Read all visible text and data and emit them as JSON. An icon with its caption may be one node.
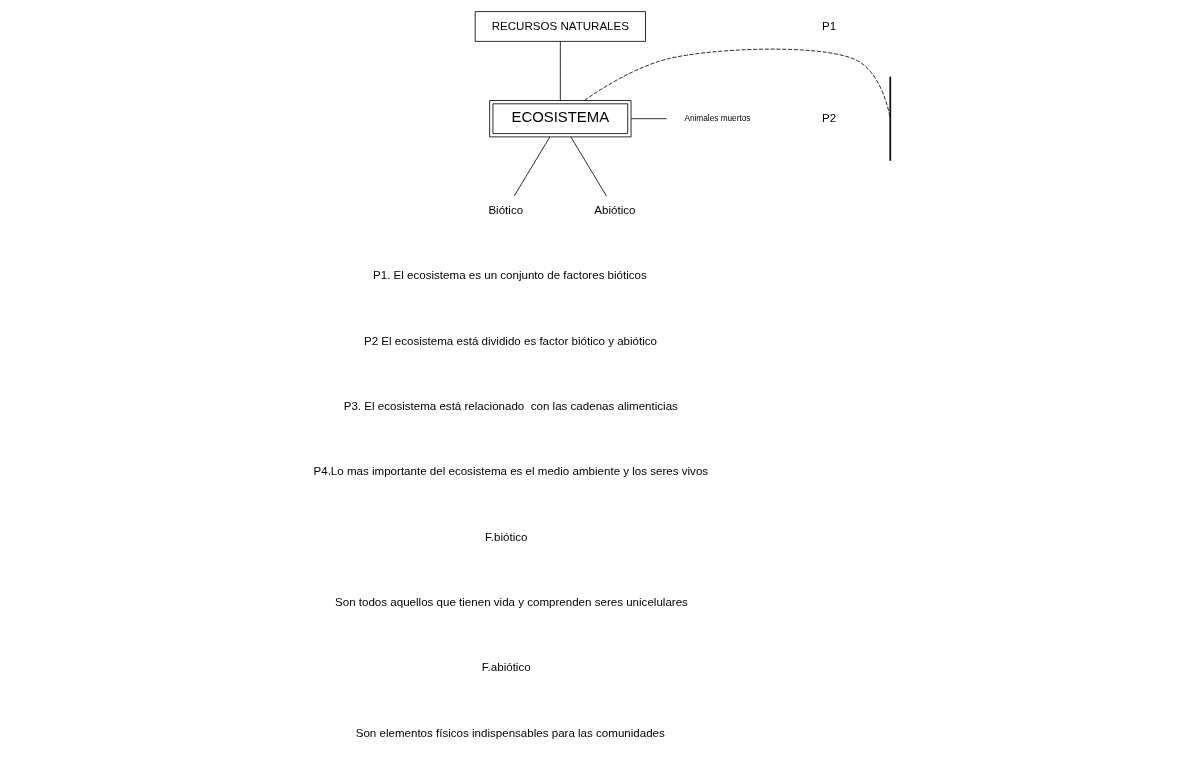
{
  "diagram": {
    "nodes": [
      {
        "text": [
          "RECURSOS NATURALES"
        ]
      },
      {
        "text": [
          "ECOSISTEMA"
        ]
      },
      {
        "text": [
          "Biótico"
        ]
      },
      {
        "text": [
          "Abiótico"
        ]
      },
      {
        "text": [
          "Animales muertos"
        ]
      },
      {
        "text": [],
        "shape": "bar"
      }
    ],
    "edges": [
      {
        "from": 0,
        "to": 1,
        "arrow": "none"
      },
      {
        "from": 1,
        "to": 2,
        "arrow": "none"
      },
      {
        "from": 1,
        "to": 3,
        "arrow": "none"
      },
      {
        "from": 1,
        "to": 4,
        "arrow": "none"
      },
      {
        "from": 1,
        "to": 5,
        "arrow": "none",
        "style": "dashed"
      }
    ],
    "labels": [
      "P1",
      "P2",
      "P1. El ecosistema es un conjunto de factores bióticos",
      "P2 El ecosistema está dividido es factor biótico y abiótico",
      "P3. El ecosistema está relacionado  con las cadenas alimenticias",
      "P4.Lo mas importante del ecosistema es el medio ambiente y los seres vivos",
      "F.biótico",
      "Son todos aquellos que tienen vida y comprenden seres unicelulares",
      "F.abiótico",
      "Son elementos físicos indispensables para las comunidades"
    ]
  }
}
